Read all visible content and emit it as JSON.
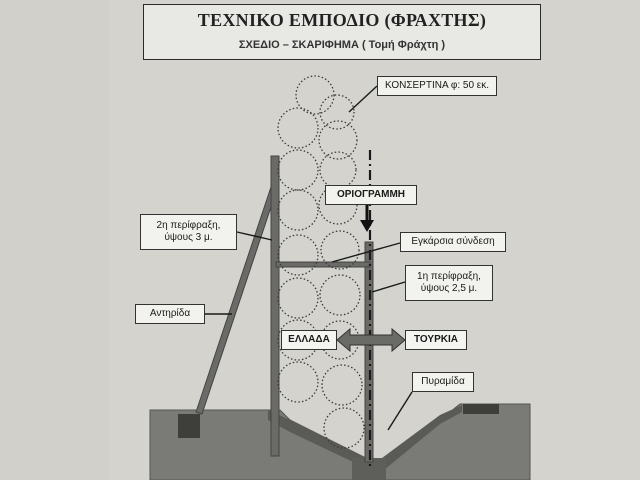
{
  "header": {
    "title": "ΤΕΧΝΙΚΟ ΕΜΠΟΔΙΟ (ΦΡΑΧΤΗΣ)",
    "subtitle": "ΣΧΕΔΙΟ – ΣΚΑΡΙΦΗΜΑ   ( Τομή Φράχτη )"
  },
  "labels": {
    "concertina": "ΚΟΝΣΕΡΤΙΝΑ φ: 50 εκ.",
    "border_line": "ΟΡΙΟΓΡΑΜΜΗ",
    "cross_connection": "Εγκάρσια σύνδεση",
    "fence_2": "2η περίφραξη,\nύψους 3 μ.",
    "fence_1": "1η περίφραξη,\nύψους 2,5 μ.",
    "brace": "Αντηρίδα",
    "greece": "ΕΛΛΑΔΑ",
    "turkey": "ΤΟΥΡΚΙΑ",
    "pyramid": "Πυραμίδα"
  },
  "colors": {
    "paper": "#d4d3ce",
    "ink": "#2a2a2a",
    "wire": "#3a3a3a",
    "post": "#6a6a66",
    "ground": "#7a7a76",
    "ground_dark": "#4e4e4a"
  }
}
